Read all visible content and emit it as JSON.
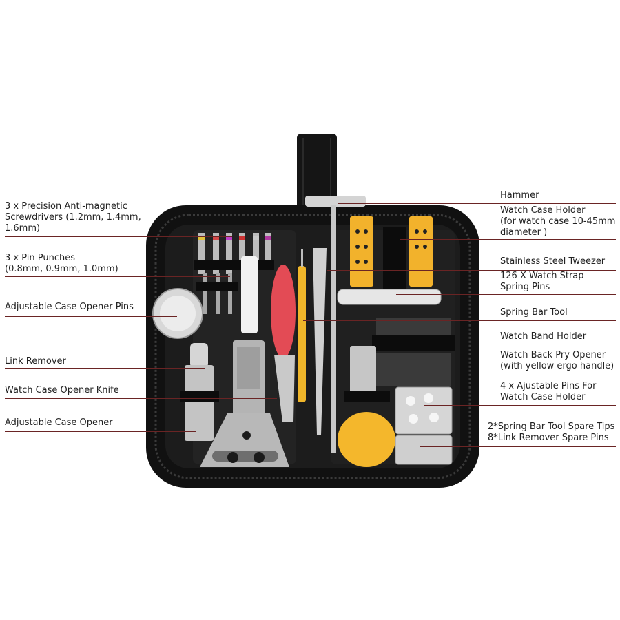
{
  "left_labels": [
    {
      "name": "screwdrivers",
      "lines": [
        "3 x Precision Anti-magnetic",
        "Screwdrivers (1.2mm, 1.4mm,",
        "1.6mm)"
      ]
    },
    {
      "name": "pin-punches",
      "lines": [
        "3 x Pin Punches",
        "(0.8mm, 0.9mm, 1.0mm)"
      ]
    },
    {
      "name": "case-opener-pins",
      "lines": [
        "Adjustable Case Opener Pins"
      ]
    },
    {
      "name": "link-remover",
      "lines": [
        "Link Remover"
      ]
    },
    {
      "name": "case-opener-knife",
      "lines": [
        "Watch Case Opener Knife"
      ]
    },
    {
      "name": "adjustable-case-opener",
      "lines": [
        "Adjustable Case Opener"
      ]
    }
  ],
  "right_labels": [
    {
      "name": "hammer",
      "lines": [
        "Hammer"
      ]
    },
    {
      "name": "watch-case-holder",
      "lines": [
        "Watch Case Holder",
        "(for watch case 10-45mm",
        "diameter )"
      ]
    },
    {
      "name": "tweezer",
      "lines": [
        "Stainless Steel Tweezer"
      ]
    },
    {
      "name": "spring-pins",
      "lines": [
        "126 X Watch Strap",
        "Spring Pins"
      ]
    },
    {
      "name": "spring-bar-tool",
      "lines": [
        "Spring Bar Tool"
      ]
    },
    {
      "name": "band-holder",
      "lines": [
        "Watch Band Holder"
      ]
    },
    {
      "name": "back-pry-opener",
      "lines": [
        "Watch Back Pry Opener",
        "(with yellow ergo handle)"
      ]
    },
    {
      "name": "adjustable-pins",
      "lines": [
        "4 x Ajustable Pins For",
        "Watch Case Holder"
      ]
    },
    {
      "name": "spare-tips",
      "lines": [
        "2*Spring Bar Tool Spare Tips",
        "8*Link Remover Spare Pins"
      ]
    }
  ]
}
